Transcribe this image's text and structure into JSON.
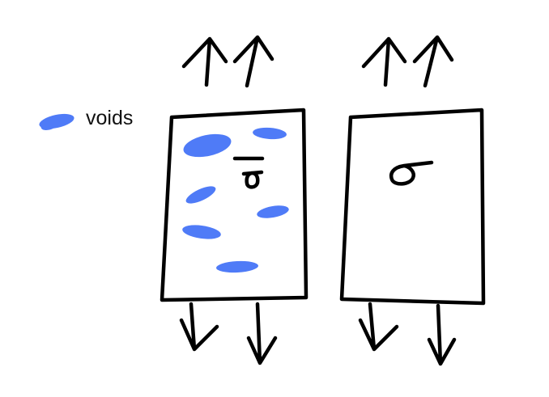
{
  "legend": {
    "label": "voids",
    "swatch_color": "#4f7bf7"
  },
  "diagram": {
    "left_block": {
      "stress_symbol": "σ̄",
      "has_voids": true
    },
    "right_block": {
      "stress_symbol": "σ",
      "has_voids": false
    }
  },
  "colors": {
    "ink": "#000000",
    "void": "#4f7bf7"
  }
}
